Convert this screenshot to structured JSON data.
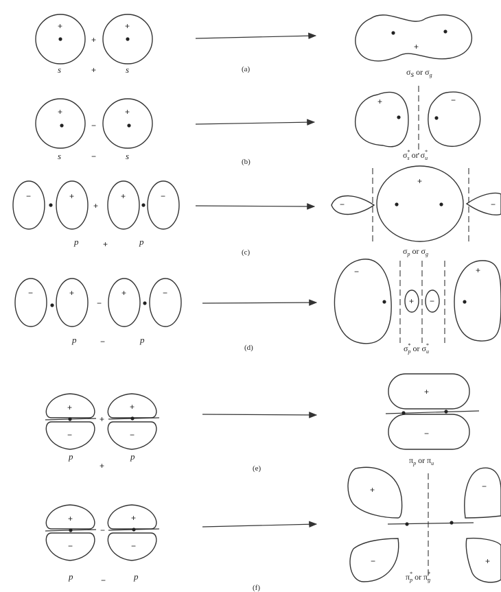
{
  "rows": [
    {
      "panel": "(a)",
      "left": "s",
      "op": "+",
      "right": "s",
      "result_prefix": "σ",
      "result_sub": "s",
      "result_mid": " or σ",
      "result_sub2": "g",
      "result_sup": ""
    },
    {
      "panel": "(b)",
      "left": "s",
      "op": "−",
      "right": "s",
      "result_prefix": "σ",
      "result_sub": "s",
      "result_mid": " or σ",
      "result_sub2": "u",
      "result_sup": "*"
    },
    {
      "panel": "(c)",
      "left": "p",
      "op": "+",
      "right": "p",
      "result_prefix": "σ",
      "result_sub": "p",
      "result_mid": " or σ",
      "result_sub2": "g",
      "result_sup": ""
    },
    {
      "panel": "(d)",
      "left": "p",
      "op": "−",
      "right": "p",
      "result_prefix": "σ",
      "result_sub": "p",
      "result_mid": " or σ",
      "result_sub2": "u",
      "result_sup": "*"
    },
    {
      "panel": "(e)",
      "left": "p",
      "op": "+",
      "right": "p",
      "result_prefix": "π",
      "result_sub": "p",
      "result_mid": " or π",
      "result_sub2": "u",
      "result_sup": ""
    },
    {
      "panel": "(f)",
      "left": "p",
      "op": "−",
      "right": "p",
      "result_prefix": "π",
      "result_sub": "p",
      "result_mid": " or π",
      "result_sub2": "g",
      "result_sup": "*"
    }
  ],
  "signs": {
    "plus": "+",
    "minus": "−"
  }
}
